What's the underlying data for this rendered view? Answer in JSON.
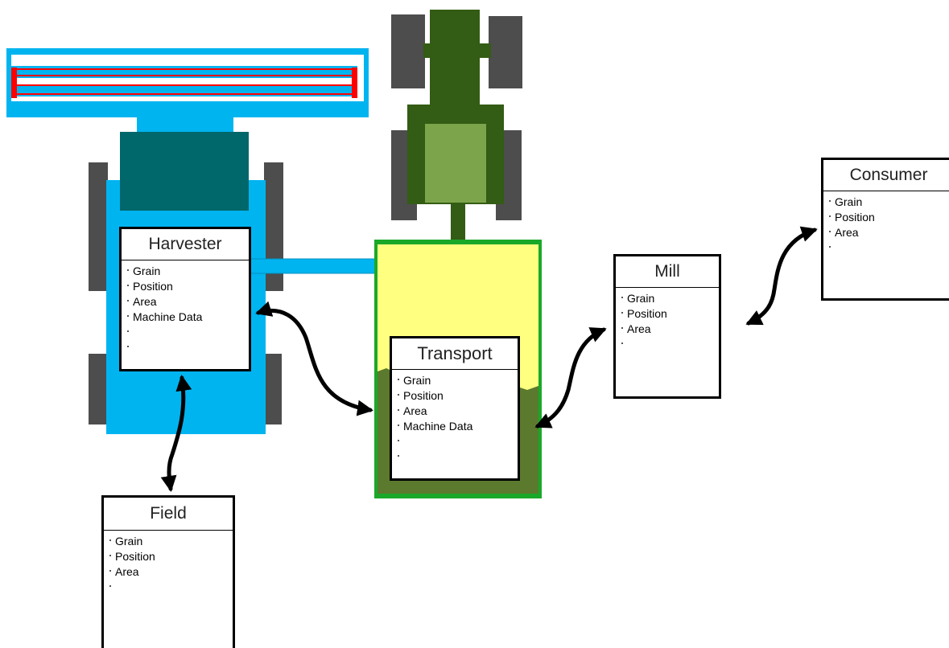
{
  "boxes": {
    "harvester": {
      "title": "Harvester",
      "items": [
        "Grain",
        "Position",
        "Area",
        "Machine Data",
        "",
        ""
      ]
    },
    "transport": {
      "title": "Transport",
      "items": [
        "Grain",
        "Position",
        "Area",
        "Machine Data",
        "",
        ""
      ]
    },
    "mill": {
      "title": "Mill",
      "items": [
        "Grain",
        "Position",
        "Area",
        ""
      ]
    },
    "consumer": {
      "title": "Consumer",
      "items": [
        "Grain",
        "Position",
        "Area",
        ""
      ]
    },
    "field": {
      "title": "Field",
      "items": [
        "Grain",
        "Position",
        "Area",
        ""
      ]
    }
  },
  "colors": {
    "harvester_body": "#00b4f0",
    "harvester_cab": "#00676a",
    "reel_red": "#ff0000",
    "tire": "#4d4d4d",
    "tractor_dark": "#335c14",
    "tractor_light": "#7ca44a",
    "trailer_border": "#1aa829",
    "trailer_yellow": "#ffff80",
    "trailer_grain": "#5b7a2e",
    "arrow": "#000000"
  }
}
